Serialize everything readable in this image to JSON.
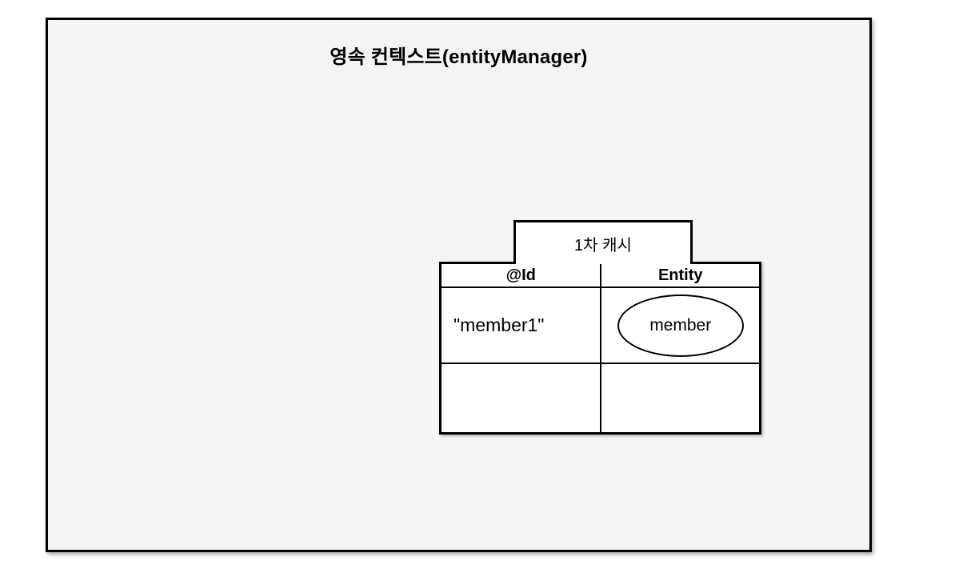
{
  "diagram": {
    "title": "영속 컨텍스트(entityManager)",
    "cache": {
      "label": "1차 캐시",
      "table": {
        "headers": [
          "@Id",
          "Entity"
        ],
        "rows": [
          {
            "id": "\"member1\"",
            "entity": "member"
          },
          {
            "id": "",
            "entity": ""
          }
        ]
      }
    },
    "colors": {
      "page_background": "#ffffff",
      "panel_background": "#f4f4f5",
      "line": "#000000",
      "cell_background": "#ffffff"
    }
  }
}
